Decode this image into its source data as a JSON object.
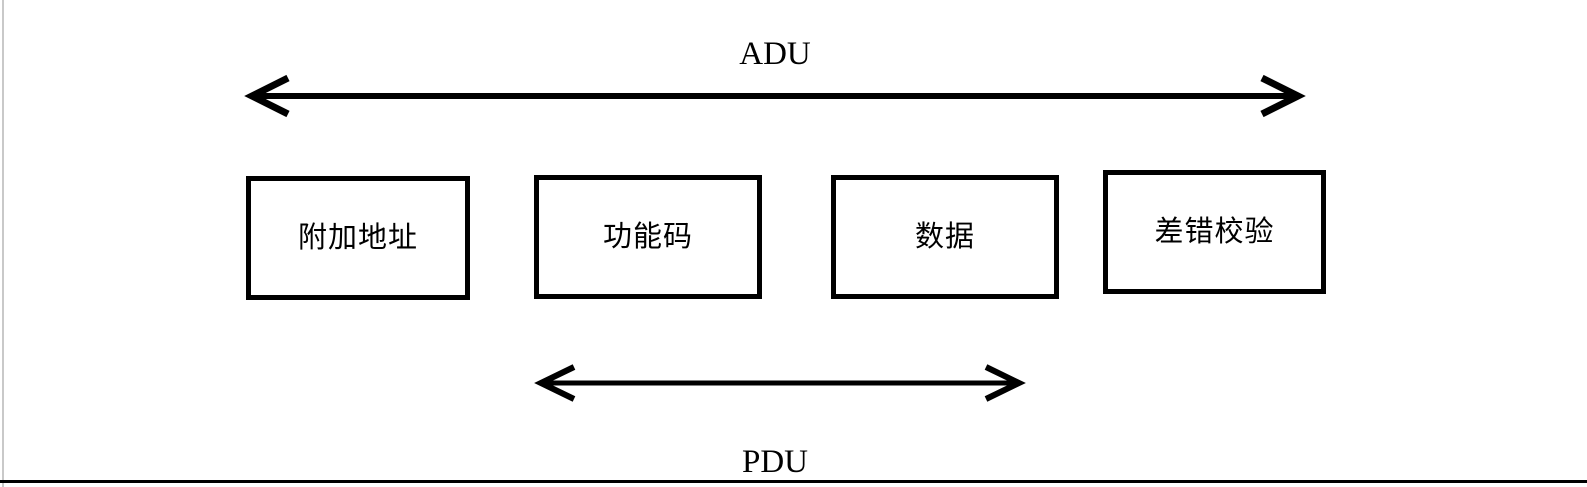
{
  "diagram": {
    "type": "protocol-frame-structure",
    "top_span": {
      "label": "ADU",
      "arrow": "double-headed-horizontal-arrow",
      "covers": [
        "附加地址",
        "功能码",
        "数据",
        "差错校验"
      ]
    },
    "bottom_span": {
      "label": "PDU",
      "arrow": "double-headed-horizontal-arrow",
      "covers": [
        "功能码",
        "数据"
      ]
    },
    "fields": [
      {
        "label": "附加地址",
        "name": "additional-address"
      },
      {
        "label": "功能码",
        "name": "function-code"
      },
      {
        "label": "数据",
        "name": "data"
      },
      {
        "label": "差错校验",
        "name": "error-check"
      }
    ],
    "colors": {
      "stroke": "#000000",
      "background": "#ffffff",
      "page_edge": "#c9c9c9"
    }
  }
}
